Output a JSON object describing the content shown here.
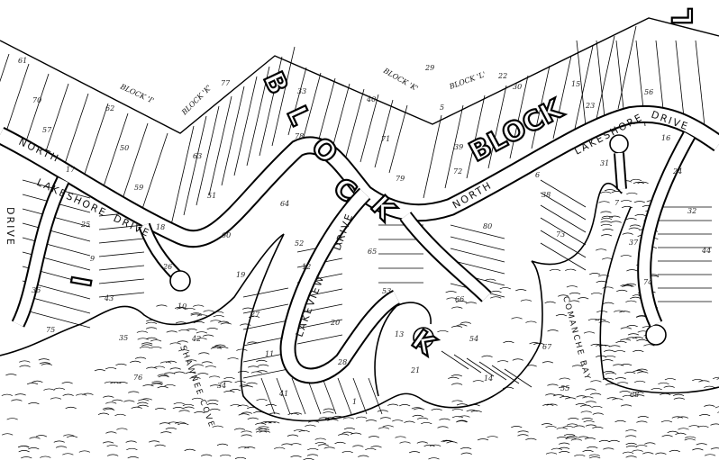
{
  "blocks": {
    "block_i": "I",
    "block_k_letters": [
      "B",
      "L",
      "O",
      "C",
      "K"
    ],
    "block_k_small": "K",
    "block_l": "BLOCK",
    "block_l_letter": "L"
  },
  "block_refs": [
    "BLOCK 'I'",
    "BLOCK 'K'",
    "BLOCK 'K'",
    "BLOCK 'L'"
  ],
  "streets": {
    "west_lakeshore": "LAKESHORE",
    "west_drive_top": "DRIVE",
    "west_drive": "DRIVE",
    "west_north": "NORTH",
    "north": "NORTH",
    "lakeshore": "LAKESHORE",
    "drive": "DRIVE",
    "lakeview": "LAKEVIEW",
    "lakeview_drive": "DRIVE"
  },
  "water": {
    "cove": "SHAWNEE COVE",
    "bay": "COMANCHE BAY"
  },
  "lots": [
    "61",
    "62",
    "63",
    "64",
    "65",
    "66",
    "67",
    "68",
    "70",
    "50",
    "51",
    "52",
    "53",
    "54",
    "55",
    "56",
    "57",
    "59",
    "60",
    "12",
    "13",
    "14",
    "15",
    "16",
    "17",
    "18",
    "19",
    "20",
    "21",
    "22",
    "23",
    "24",
    "25",
    "26",
    "27",
    "28",
    "29",
    "30",
    "31",
    "32",
    "9",
    "10",
    "11",
    "1",
    "5",
    "6",
    "7",
    "44",
    "43",
    "42",
    "41",
    "40",
    "39",
    "38",
    "37",
    "36",
    "35",
    "34",
    "33",
    "71",
    "72",
    "73",
    "74",
    "75",
    "76",
    "77",
    "78",
    "79",
    "80"
  ]
}
